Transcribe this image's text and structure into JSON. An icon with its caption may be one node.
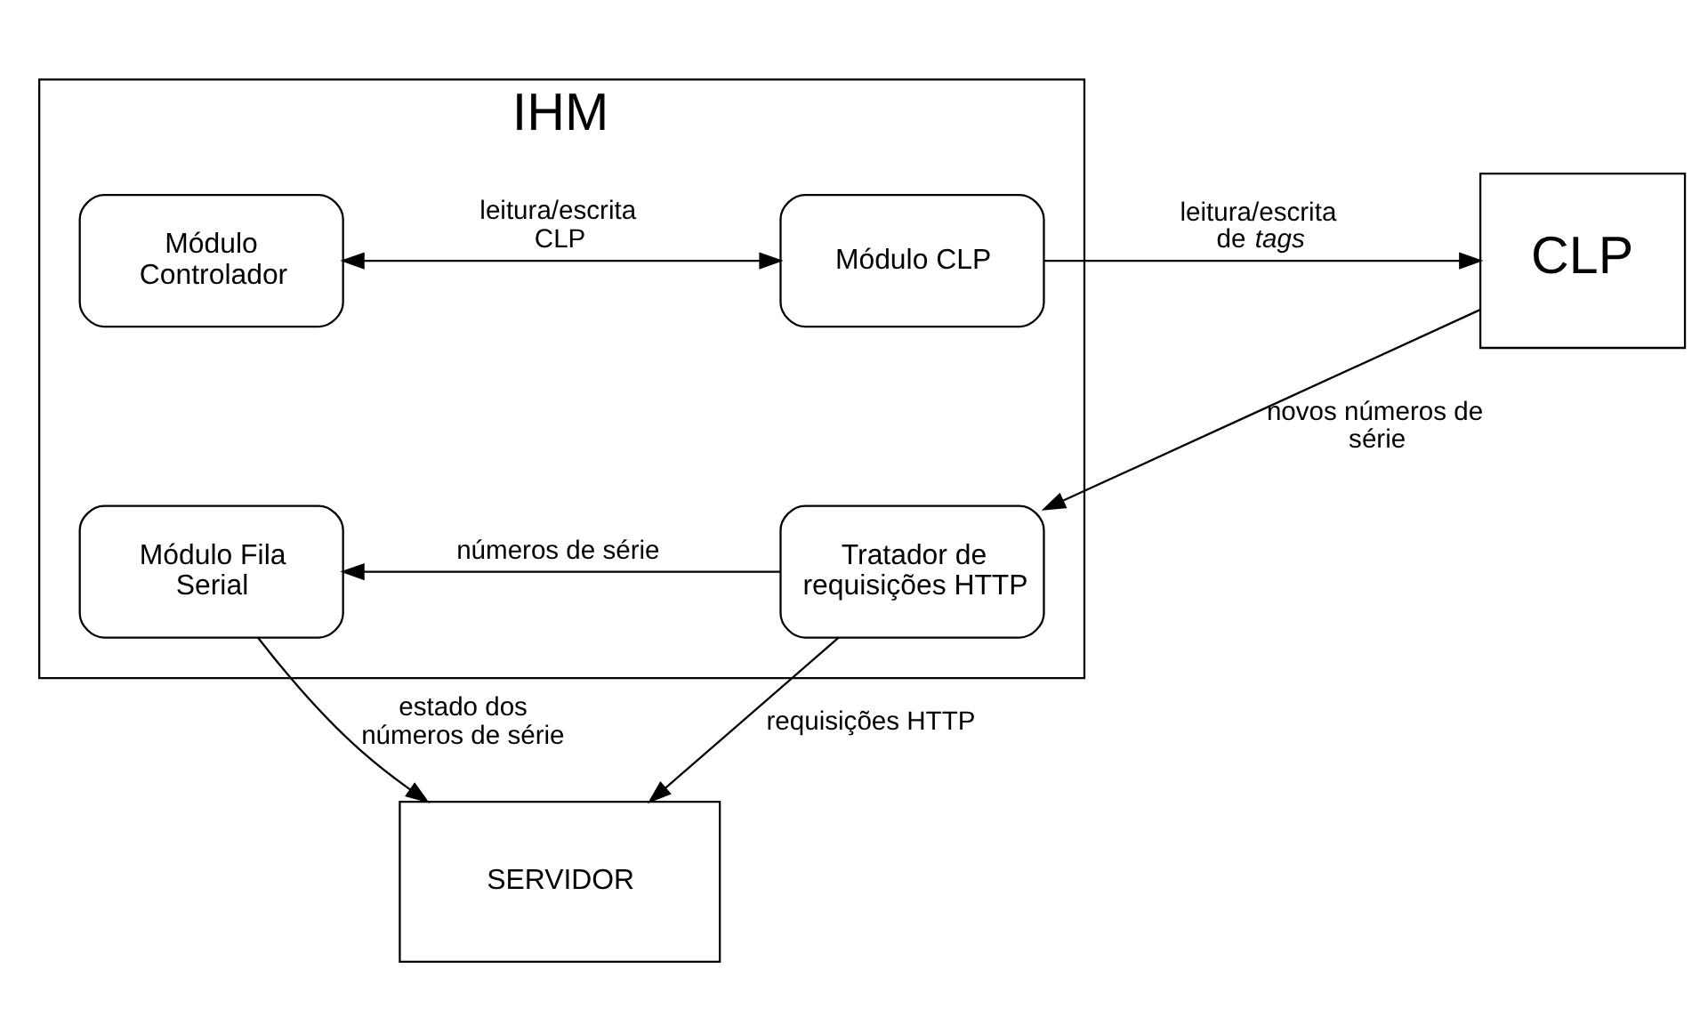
{
  "diagram": {
    "nodes": [
      {
        "text": [
          "IHM"
        ]
      },
      {
        "text": [
          "Módulo Controlador"
        ],
        "in": 0
      },
      {
        "text": [
          "Módulo CLP"
        ],
        "in": 0
      },
      {
        "text": [
          "Módulo Fila Serial"
        ],
        "in": 0
      },
      {
        "text": [
          "Tratador de requisições HTTP"
        ],
        "in": 0
      },
      {
        "text": [
          "CLP"
        ]
      },
      {
        "text": [
          "SERVIDOR"
        ]
      }
    ],
    "edges": [
      {
        "from": 1,
        "to": 2,
        "arrow": "both",
        "label": "leitura/escrita CLP"
      },
      {
        "from": 2,
        "to": 5,
        "arrow": "to",
        "label": "leitura/escrita de *tags*"
      },
      {
        "from": 5,
        "to": 4,
        "arrow": "to",
        "label": "novos números de série"
      },
      {
        "from": 4,
        "to": 3,
        "arrow": "to",
        "label": "números de série"
      },
      {
        "from": 3,
        "to": 6,
        "arrow": "to",
        "label": "estado dos números de série"
      },
      {
        "from": 4,
        "to": 6,
        "arrow": "to",
        "label": "requisições HTTP"
      }
    ]
  }
}
